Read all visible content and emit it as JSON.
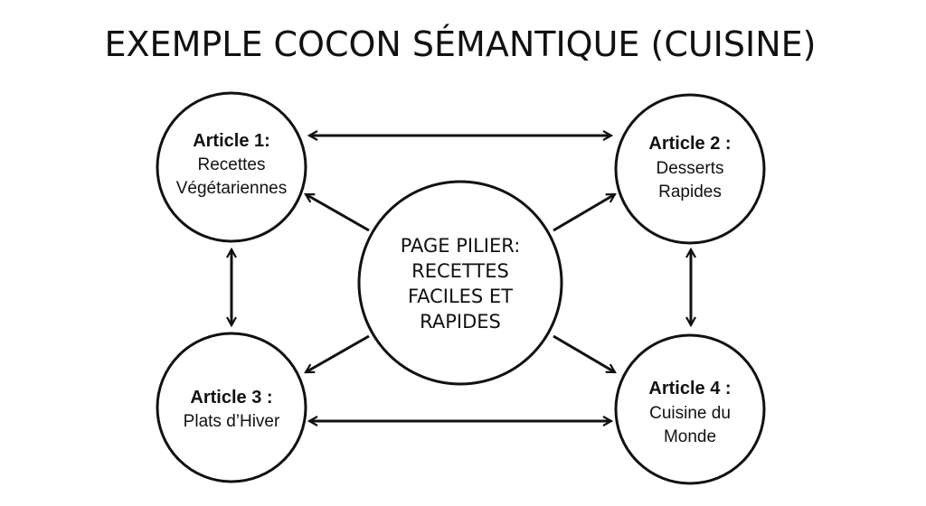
{
  "title": "EXEMPLE COCON SÉMANTIQUE (CUISINE)",
  "pillar": {
    "lines": [
      "PAGE PILIER:",
      "RECETTES",
      "FACILES ET",
      "RAPIDES"
    ]
  },
  "articles": [
    {
      "heading": "Article 1:",
      "lines": [
        "Recettes",
        "Végétariennes"
      ]
    },
    {
      "heading": "Article 2 :",
      "lines": [
        "Desserts",
        "Rapides"
      ]
    },
    {
      "heading": "Article 3 :",
      "lines": [
        "Plats d’Hiver"
      ]
    },
    {
      "heading": "Article 4 :",
      "lines": [
        "Cuisine du",
        "Monde"
      ]
    }
  ],
  "colors": {
    "ink": "#111111",
    "background": "#ffffff"
  }
}
